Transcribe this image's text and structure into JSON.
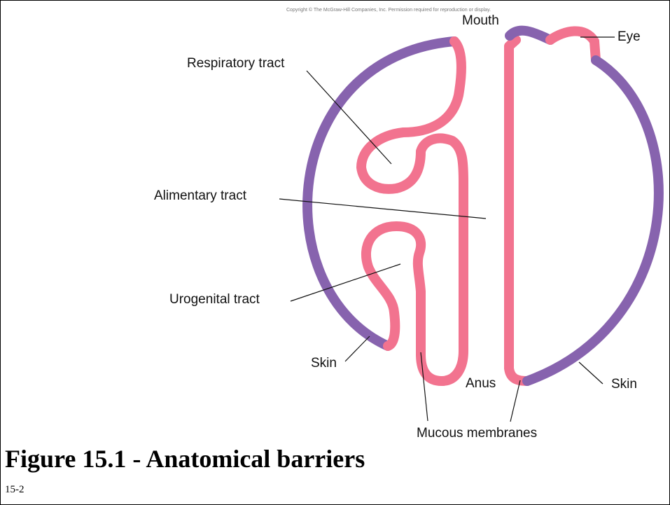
{
  "copyright": "Copyright © The McGraw-Hill Companies, Inc. Permission required for reproduction or display.",
  "labels": {
    "mouth": "Mouth",
    "eye": "Eye",
    "respiratory": "Respiratory tract",
    "alimentary": "Alimentary tract",
    "urogenital": "Urogenital tract",
    "skin_left": "Skin",
    "skin_right": "Skin",
    "anus": "Anus",
    "mucous": "Mucous membranes"
  },
  "figure_title": "Figure 15.1 - Anatomical barriers",
  "slide_number": "15-2",
  "colors": {
    "skin": "#8763ae",
    "mucous_membrane": "#f2738f",
    "leader_line": "#111111",
    "border": "#000000"
  }
}
